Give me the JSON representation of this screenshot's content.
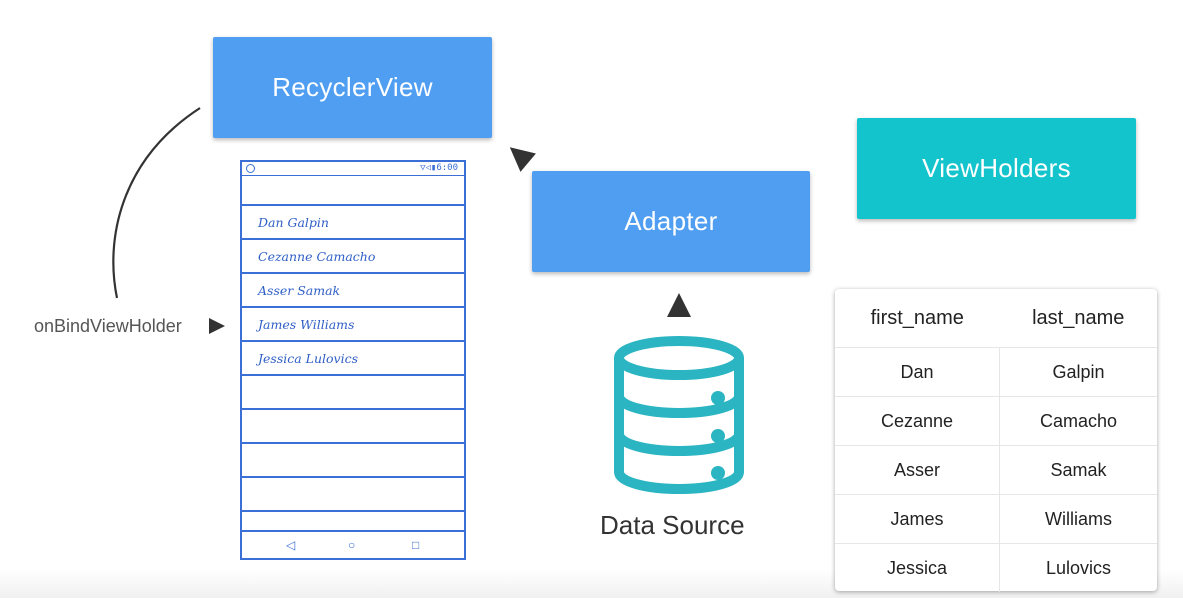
{
  "colors": {
    "recycler": "#4f9ef2",
    "adapter": "#4f9ef2",
    "viewholders": "#14c4cc",
    "datasource": "#2bb5c2",
    "sketch": "#3b6fd6"
  },
  "recycler_view": {
    "label": "RecyclerView"
  },
  "adapter": {
    "label": "Adapter"
  },
  "view_holders": {
    "label": "ViewHolders"
  },
  "bind": {
    "label": "onBindViewHolder"
  },
  "data_source": {
    "label": "Data Source",
    "icon": "database-icon"
  },
  "phone": {
    "status": "▽◁▮6:00",
    "rows": [
      "Dan Galpin",
      "Cezanne Camacho",
      "Asser Samak",
      "James Williams",
      "Jessica Lulovics",
      "",
      "",
      "",
      ""
    ],
    "nav": [
      "◁",
      "○",
      "□"
    ]
  },
  "table": {
    "headers": [
      "first_name",
      "last_name"
    ],
    "rows": [
      [
        "Dan",
        "Galpin"
      ],
      [
        "Cezanne",
        "Camacho"
      ],
      [
        "Asser",
        "Samak"
      ],
      [
        "James",
        "Williams"
      ],
      [
        "Jessica",
        "Lulovics"
      ]
    ]
  }
}
